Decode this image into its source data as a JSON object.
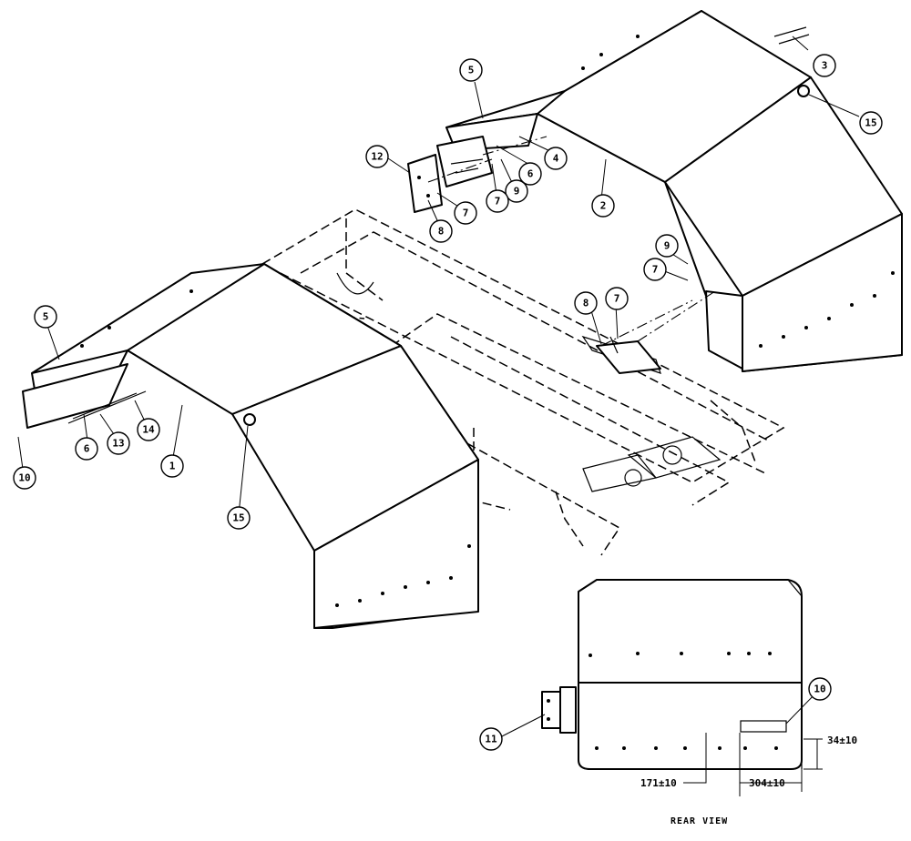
{
  "callouts": [
    {
      "id": "c1",
      "label": "1"
    },
    {
      "id": "c2",
      "label": "2"
    },
    {
      "id": "c3",
      "label": "3"
    },
    {
      "id": "c4",
      "label": "4"
    },
    {
      "id": "c5a",
      "label": "5"
    },
    {
      "id": "c5b",
      "label": "5"
    },
    {
      "id": "c6a",
      "label": "6"
    },
    {
      "id": "c6b",
      "label": "6"
    },
    {
      "id": "c7a",
      "label": "7"
    },
    {
      "id": "c7b",
      "label": "7"
    },
    {
      "id": "c7c",
      "label": "7"
    },
    {
      "id": "c7d",
      "label": "7"
    },
    {
      "id": "c8a",
      "label": "8"
    },
    {
      "id": "c8b",
      "label": "8"
    },
    {
      "id": "c9a",
      "label": "9"
    },
    {
      "id": "c9b",
      "label": "9"
    },
    {
      "id": "c10a",
      "label": "10"
    },
    {
      "id": "c10b",
      "label": "10"
    },
    {
      "id": "c11",
      "label": "11"
    },
    {
      "id": "c12",
      "label": "12"
    },
    {
      "id": "c13",
      "label": "13"
    },
    {
      "id": "c14",
      "label": "14"
    },
    {
      "id": "c15a",
      "label": "15"
    },
    {
      "id": "c15b",
      "label": "15"
    }
  ],
  "dimensions": {
    "vertical_offset": "34±10",
    "height_from_bottom": "171±10",
    "horizontal_offset": "304±10"
  },
  "view_label": "REAR VIEW"
}
